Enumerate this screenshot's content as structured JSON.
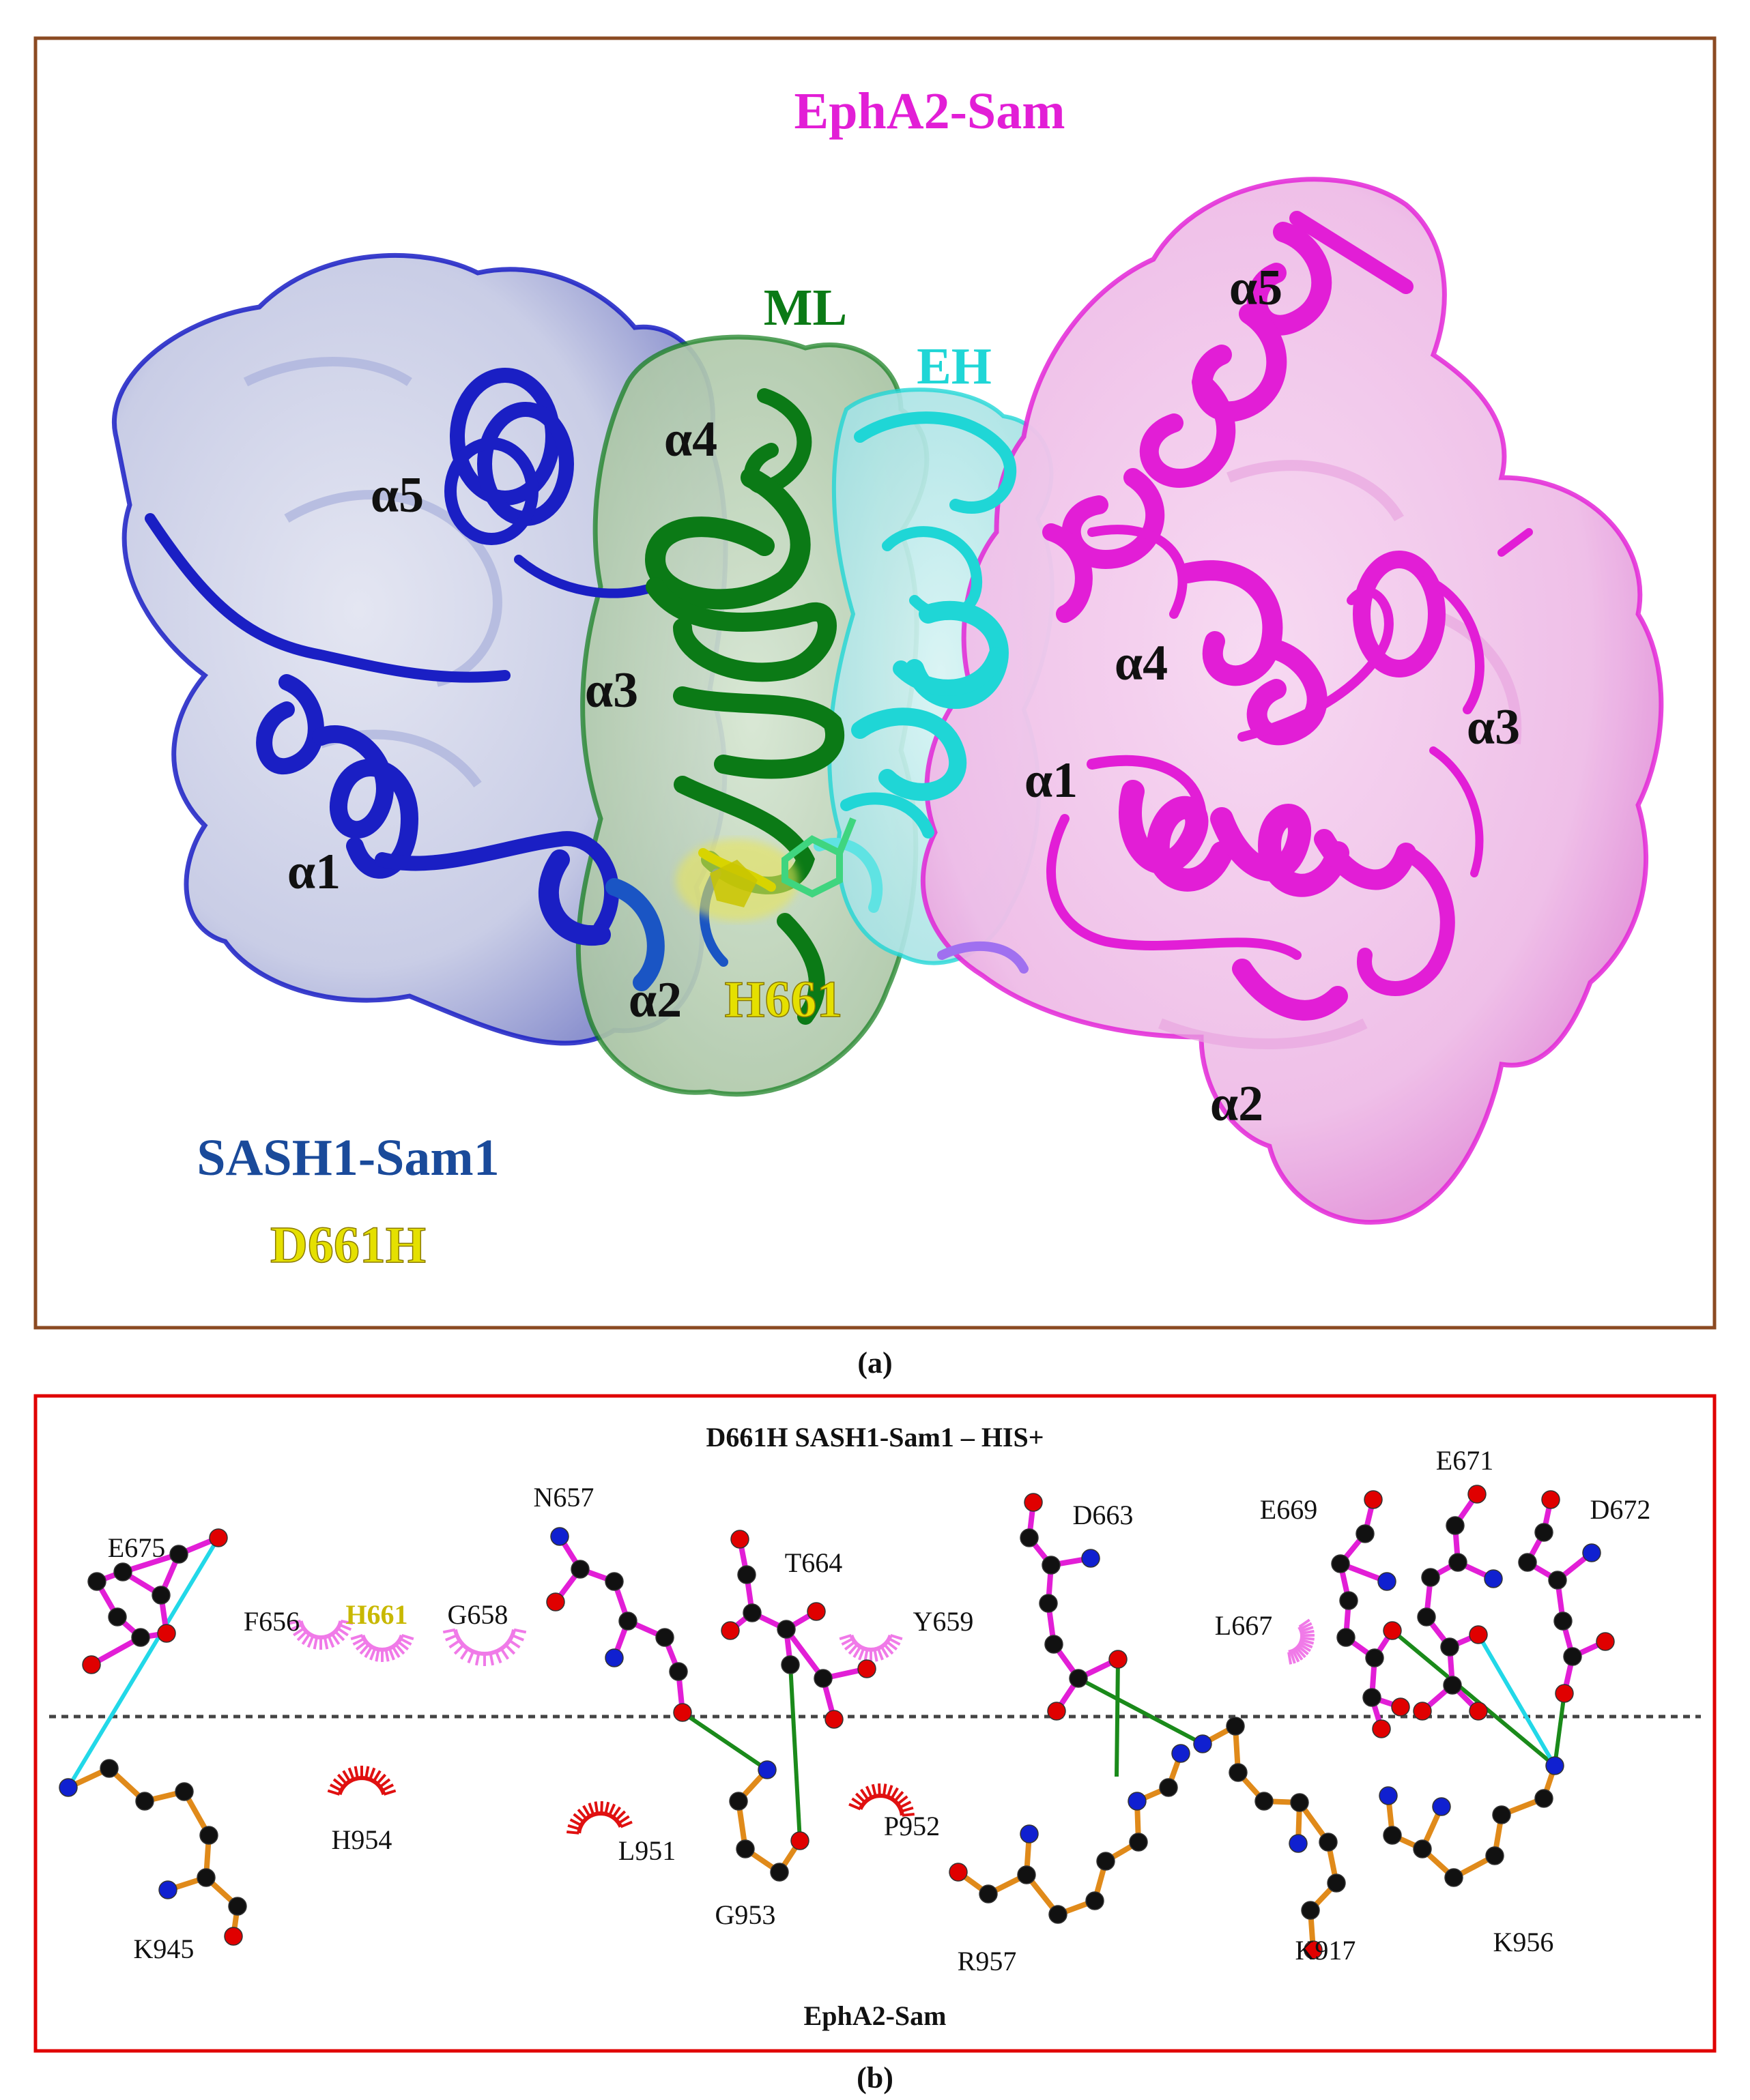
{
  "panel_a": {
    "caption": "(a)",
    "title_epha2": "EphA2-Sam",
    "label_ml": "ML",
    "label_eh": "EH",
    "label_sash1": "SASH1-Sam1",
    "label_mutation": "D661H",
    "label_h661": "H661",
    "helices_sash1": [
      "α5",
      "α4",
      "α3",
      "α1",
      "α2"
    ],
    "helices_epha2": [
      "α5",
      "α4",
      "α3",
      "α1",
      "α2"
    ],
    "colors": {
      "sash1": "#1a1fc4",
      "ml": "#0b7a16",
      "eh": "#1fd6d6",
      "epha2": "#e21ed6",
      "mutation": "#d8d400",
      "frame": "#8b4a22",
      "sash1_label": "#1a4a9a"
    }
  },
  "panel_b": {
    "caption": "(b)",
    "title": "D661H SASH1-Sam1 – HIS+",
    "footer": "EphA2-Sam",
    "sash1_residues": [
      "E675",
      "N657",
      "T664",
      "D663",
      "E669",
      "E671",
      "D672"
    ],
    "sash1_hydrophobic": [
      "F656",
      "H661",
      "G658",
      "Y659",
      "L667"
    ],
    "epha2_residues": [
      "K945",
      "G953",
      "R957",
      "K917",
      "K956"
    ],
    "epha2_hydrophobic": [
      "H954",
      "L951",
      "P952"
    ],
    "colors": {
      "frame": "#e00000",
      "sash1_bond": "#e21ed6",
      "epha2_bond": "#e08a1a",
      "hbond": "#1a8a1a",
      "salt_bridge": "#22d8e8",
      "arc_sash1": "#f07ae8",
      "arc_epha2": "#e01010",
      "h661": "#c8b800"
    }
  }
}
